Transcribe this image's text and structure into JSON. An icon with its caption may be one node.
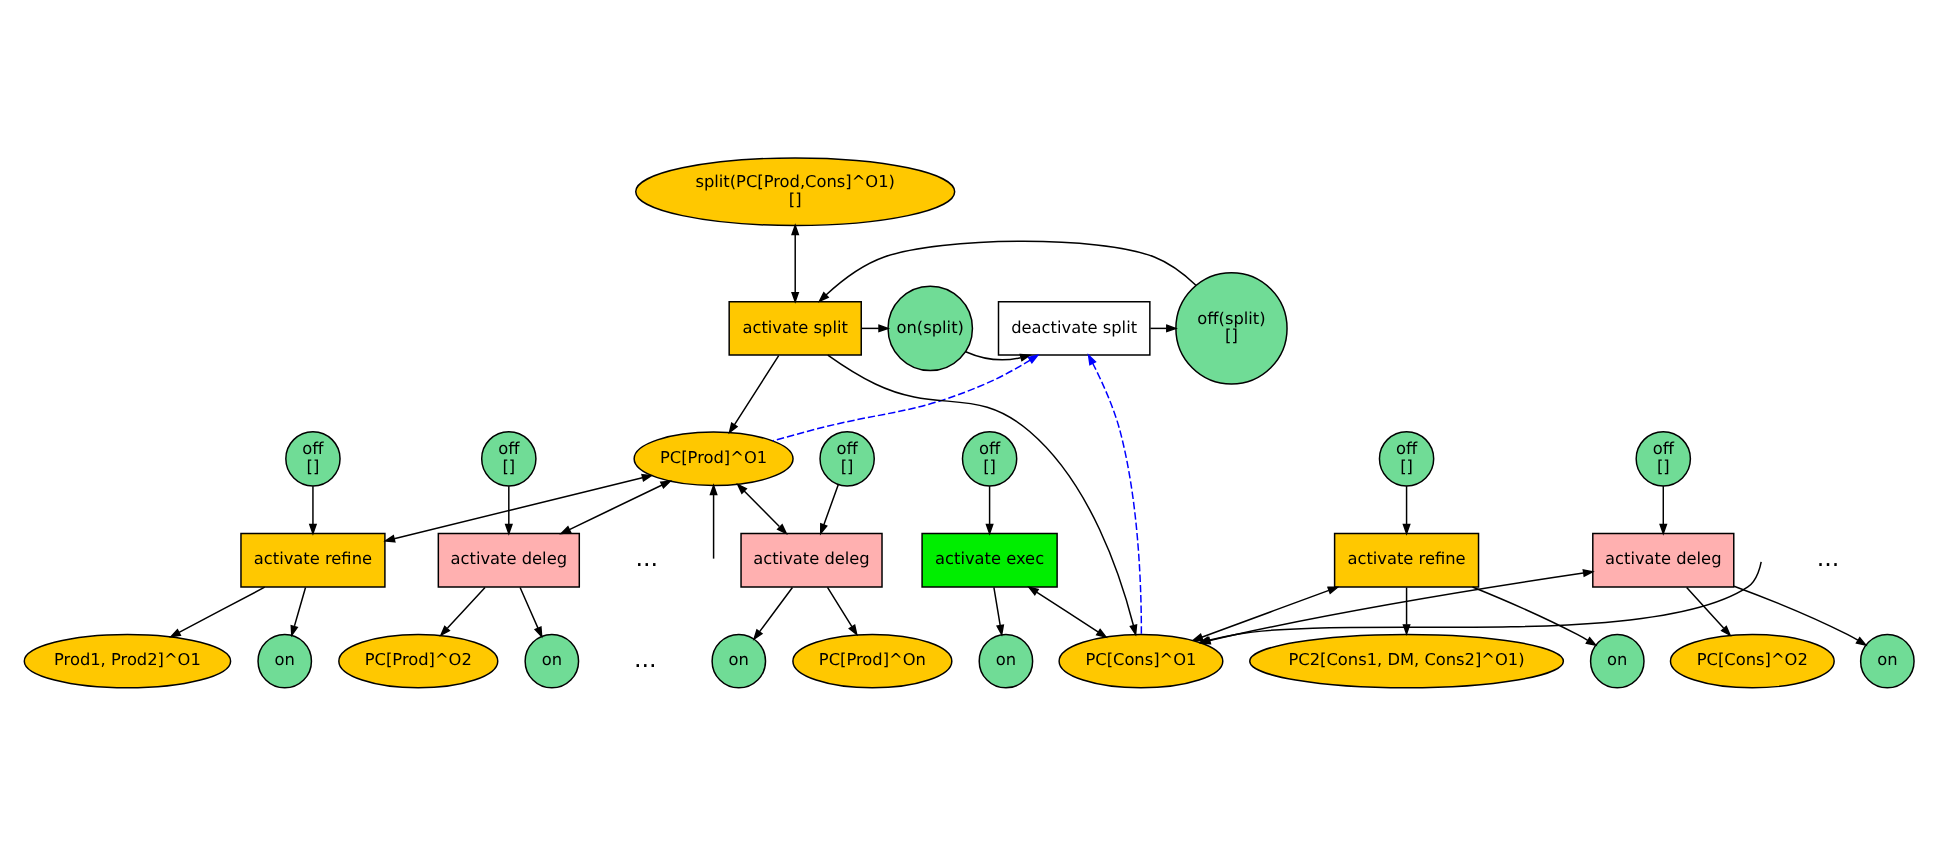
{
  "diagram": {
    "nodes": [
      {
        "text": [
          "split(PC[Prod,Cons]^O1)",
          "[]"
        ]
      },
      {
        "text": [
          "on(split)"
        ]
      },
      {
        "text": [
          "deactivate split"
        ]
      },
      {
        "text": [
          "off(split)",
          "[]"
        ]
      },
      {
        "text": [
          "activate split"
        ]
      },
      {
        "text": [
          "PC[Prod]^O1"
        ]
      },
      {
        "text": [
          "PC[Cons]^O1"
        ]
      },
      {
        "text": [
          "off",
          "[]"
        ]
      },
      {
        "text": [
          "activate refine"
        ]
      },
      {
        "text": [
          "on"
        ]
      },
      {
        "text": [
          "Prod1, Prod2]^O1"
        ]
      },
      {
        "text": [
          "off",
          "[]"
        ]
      },
      {
        "text": [
          "activate deleg"
        ]
      },
      {
        "text": [
          "on"
        ]
      },
      {
        "text": [
          "PC[Prod]^O2"
        ]
      },
      {
        "text": [
          "off",
          "[]"
        ]
      },
      {
        "text": [
          "activate deleg"
        ]
      },
      {
        "text": [
          "on"
        ]
      },
      {
        "text": [
          "PC[Prod]^On"
        ]
      },
      {
        "text": [
          "off",
          "[]"
        ]
      },
      {
        "text": [
          "activate exec"
        ]
      },
      {
        "text": [
          "on"
        ]
      },
      {
        "text": [
          "off",
          "[]"
        ]
      },
      {
        "text": [
          "activate refine"
        ]
      },
      {
        "text": [
          "on"
        ]
      },
      {
        "text": [
          "PC2[Cons1, DM, Cons2]^O1)"
        ]
      },
      {
        "text": [
          "off",
          "[]"
        ]
      },
      {
        "text": [
          "activate deleg"
        ]
      },
      {
        "text": [
          "on"
        ]
      },
      {
        "text": [
          "PC[Cons]^O2"
        ]
      }
    ],
    "edges": [
      {
        "from": 0,
        "to": 4,
        "arrow": "both"
      },
      {
        "from": 4,
        "to": 1,
        "arrow": "to"
      },
      {
        "from": 1,
        "to": 2,
        "arrow": "to"
      },
      {
        "from": 2,
        "to": 3,
        "arrow": "to"
      },
      {
        "from": 3,
        "to": 4,
        "arrow": "to"
      },
      {
        "from": 4,
        "to": 5,
        "arrow": "to"
      },
      {
        "from": 4,
        "to": 6,
        "arrow": "to"
      },
      {
        "from": 5,
        "to": 2,
        "arrow": "to",
        "style": "dashed",
        "color": "#0000ff"
      },
      {
        "from": 6,
        "to": 2,
        "arrow": "to",
        "style": "dashed",
        "color": "#0000ff"
      },
      {
        "from": null,
        "to": 5,
        "arrow": "to"
      },
      {
        "from": 5,
        "to": 8,
        "arrow": "both"
      },
      {
        "from": 5,
        "to": 12,
        "arrow": "both"
      },
      {
        "from": 5,
        "to": 16,
        "arrow": "both"
      },
      {
        "from": 6,
        "to": 20,
        "arrow": "both"
      },
      {
        "from": 6,
        "to": 23,
        "arrow": "both"
      },
      {
        "from": 6,
        "to": 27,
        "arrow": "both"
      },
      {
        "from": null,
        "to": 6,
        "arrow": "to"
      },
      {
        "from": 7,
        "to": 8,
        "arrow": "to"
      },
      {
        "from": 8,
        "to": 9,
        "arrow": "to"
      },
      {
        "from": 8,
        "to": 10,
        "arrow": "to"
      },
      {
        "from": 11,
        "to": 12,
        "arrow": "to"
      },
      {
        "from": 12,
        "to": 13,
        "arrow": "to"
      },
      {
        "from": 12,
        "to": 14,
        "arrow": "to"
      },
      {
        "from": 15,
        "to": 16,
        "arrow": "to"
      },
      {
        "from": 16,
        "to": 17,
        "arrow": "to"
      },
      {
        "from": 16,
        "to": 18,
        "arrow": "to"
      },
      {
        "from": 19,
        "to": 20,
        "arrow": "to"
      },
      {
        "from": 20,
        "to": 21,
        "arrow": "to"
      },
      {
        "from": 22,
        "to": 23,
        "arrow": "to"
      },
      {
        "from": 23,
        "to": 24,
        "arrow": "to"
      },
      {
        "from": 23,
        "to": 25,
        "arrow": "to"
      },
      {
        "from": 26,
        "to": 27,
        "arrow": "to"
      },
      {
        "from": 27,
        "to": 28,
        "arrow": "to"
      },
      {
        "from": 27,
        "to": 29,
        "arrow": "to"
      }
    ],
    "labels": [
      "...",
      "...",
      "..."
    ]
  }
}
